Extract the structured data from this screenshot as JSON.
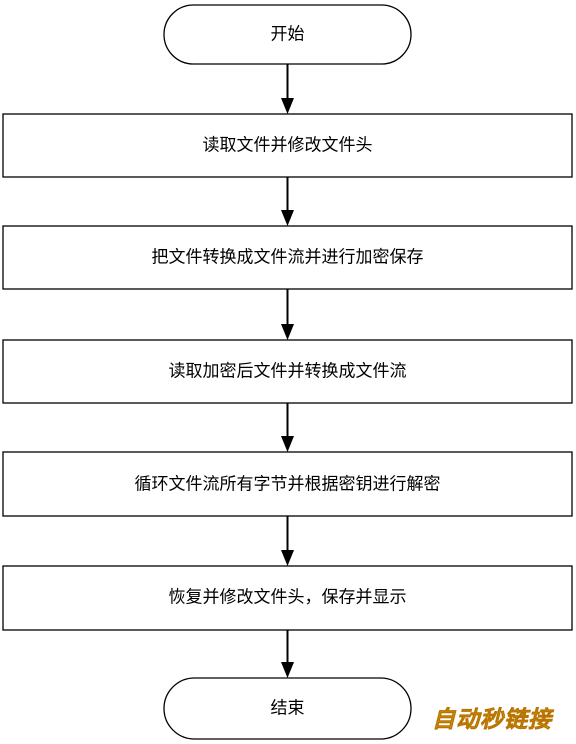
{
  "flowchart": {
    "start": "开始",
    "steps": [
      "读取文件并修改文件头",
      "把文件转换成文件流并进行加密保存",
      "读取加密后文件并转换成文件流",
      "循环文件流所有字节并根据密钥进行解密",
      "恢复并修改文件头，保存并显示"
    ],
    "end": "结束"
  },
  "watermark": "自动秒链接"
}
